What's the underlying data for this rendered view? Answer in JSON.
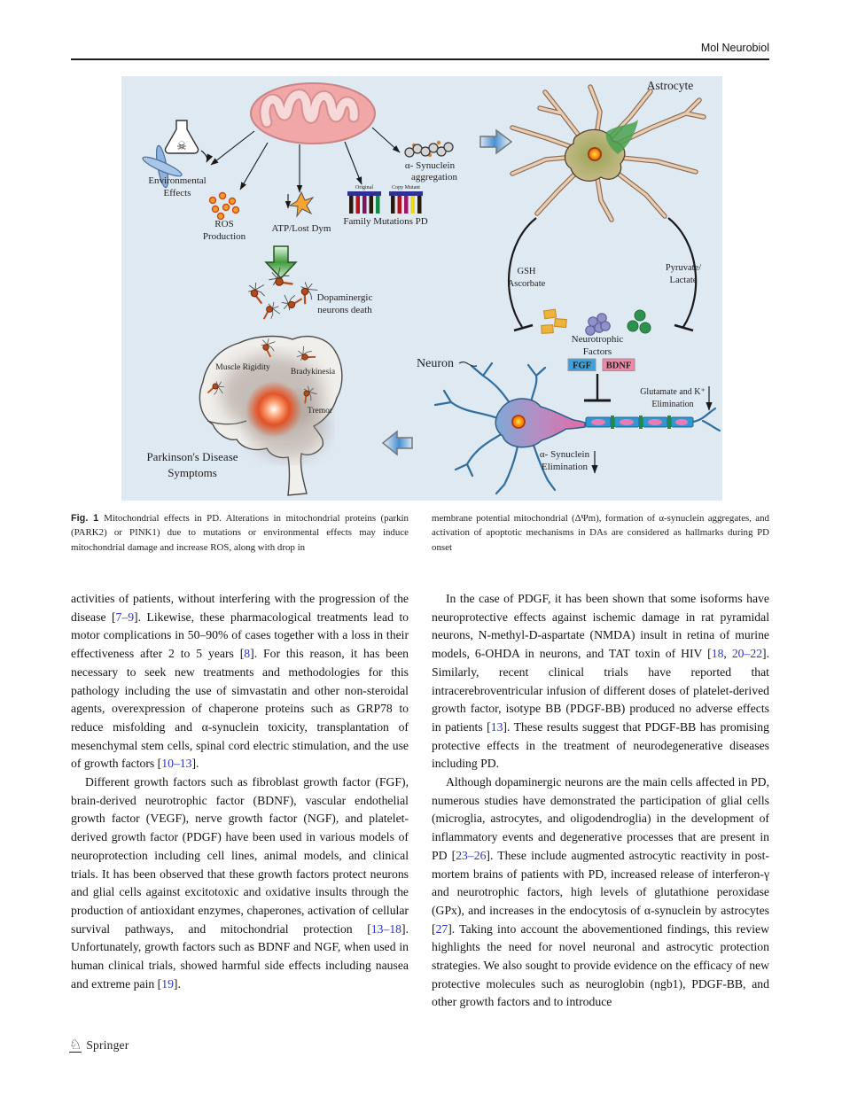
{
  "journal": {
    "title": "Mol Neurobiol"
  },
  "colors": {
    "figure_bg": "#dfe9f2",
    "reference_link": "#2b35c7",
    "mitochondrion": "#f1a7a7",
    "fgf_box": "#3f9fd8",
    "bdnf_box": "#ec8aa6",
    "brain_glow": "#e84818"
  },
  "figure": {
    "labels": {
      "astrocyte": "Astrocyte",
      "environmental_1": "Environmental",
      "environmental_2": "Effects",
      "ros_1": "ROS",
      "ros_2": "Production",
      "atp": "ATP/Lost Dym",
      "original": "Original",
      "copy_mutant": "Copy Mutant",
      "family_mutations": "Family Mutations PD",
      "asyn_agg_1": "α- Synuclein",
      "asyn_agg_2": "aggregation",
      "gsh_1": "GSH",
      "gsh_2": "Ascorbate",
      "pyruvate_1": "Pyruvate/",
      "pyruvate_2": "Lactate",
      "neurotrophic_1": "Neurotrophic",
      "neurotrophic_2": "Factors",
      "fgf": "FGF",
      "bdnf": "BDNF",
      "neuron": "Neuron",
      "glutamate_1": "Glutamate and K⁺",
      "glutamate_2": "Elimination",
      "asyn_elim_1": "α- Synuclein",
      "asyn_elim_2": "Elimination",
      "dopaminergic_1": "Dopaminergic",
      "dopaminergic_2": "neurons death",
      "muscle_rigidity": "Muscle Rigidity",
      "bradykinesia": "Bradykinesia",
      "tremor": "Tremor",
      "parkinsons_1": "Parkinson's Disease",
      "parkinsons_2": "Symptoms"
    },
    "caption": {
      "fig_label": "Fig. 1",
      "left": "Mitochondrial effects in PD. Alterations in mitochondrial proteins (parkin (PARK2) or PINK1) due to mutations or environmental effects may induce mitochondrial damage and increase ROS, along with drop in",
      "right": "membrane potential mitochondrial (ΔΨm), formation of α-synuclein aggregates, and activation of apoptotic mechanisms in DAs are considered as hallmarks during PD onset"
    }
  },
  "article": {
    "left_column": [
      {
        "indent": false,
        "segments": [
          {
            "t": "activities of patients, without interfering with the progression of the disease ["
          },
          {
            "t": "7–9",
            "ref": true
          },
          {
            "t": "]. Likewise, these pharmacological treatments lead to motor complications in 50–90% of cases together with a loss in their effectiveness after 2 to 5 years ["
          },
          {
            "t": "8",
            "ref": true
          },
          {
            "t": "]. For this reason, it has been necessary to seek new treatments and methodologies for this pathology including the use of simvastatin and other non-steroidal agents, overexpression of chaperone proteins such as GRP78 to reduce misfolding and α-synuclein toxicity, transplantation of mesenchymal stem cells, spinal cord electric stimulation, and the use of growth factors ["
          },
          {
            "t": "10–13",
            "ref": true
          },
          {
            "t": "]."
          }
        ]
      },
      {
        "indent": true,
        "segments": [
          {
            "t": "Different growth factors such as fibroblast growth factor (FGF), brain-derived neurotrophic factor (BDNF), vascular endothelial growth factor (VEGF), nerve growth factor (NGF), and platelet-derived growth factor (PDGF) have been used in various models of neuroprotection including cell lines, animal models, and clinical trials. It has been observed that these growth factors protect neurons and glial cells against excitotoxic and oxidative insults through the production of antioxidant enzymes, chaperones, activation of cellular survival pathways, and mitochondrial protection ["
          },
          {
            "t": "13–18",
            "ref": true
          },
          {
            "t": "]. Unfortunately, growth factors such as BDNF and NGF, when used in human clinical trials, showed harmful side effects including nausea and extreme pain ["
          },
          {
            "t": "19",
            "ref": true
          },
          {
            "t": "]."
          }
        ]
      }
    ],
    "right_column": [
      {
        "indent": true,
        "segments": [
          {
            "t": "In the case of PDGF, it has been shown that some isoforms have neuroprotective effects against ischemic damage in rat pyramidal neurons, N-methyl-D-aspartate (NMDA) insult in retina of murine models, 6-OHDA in neurons, and TAT toxin of HIV ["
          },
          {
            "t": "18",
            "ref": true
          },
          {
            "t": ", "
          },
          {
            "t": "20–22",
            "ref": true
          },
          {
            "t": "]. Similarly, recent clinical trials have reported that intracerebroventricular infusion of different doses of platelet-derived growth factor, isotype BB (PDGF-BB) produced no adverse effects in patients ["
          },
          {
            "t": "13",
            "ref": true
          },
          {
            "t": "]. These results suggest that PDGF-BB has promising protective effects in the treatment of neurodegenerative diseases including PD."
          }
        ]
      },
      {
        "indent": true,
        "segments": [
          {
            "t": "Although dopaminergic neurons are the main cells affected in PD, numerous studies have demonstrated the participation of glial cells (microglia, astrocytes, and oligodendroglia) in the development of inflammatory events and degenerative processes that are present in PD ["
          },
          {
            "t": "23–26",
            "ref": true
          },
          {
            "t": "]. These include augmented astrocytic reactivity in post-mortem brains of patients with PD, increased release of interferon-γ and neurotrophic factors, high levels of glutathione peroxidase (GPx), and increases in the endocytosis of α-synuclein by astrocytes ["
          },
          {
            "t": "27",
            "ref": true
          },
          {
            "t": "]. Taking into account the abovementioned findings, this review highlights the need for novel neuronal and astrocytic protection strategies. We also sought to provide evidence on the efficacy of new protective molecules such as neuroglobin (ngb1), PDGF-BB, and other growth factors and to introduce"
          }
        ]
      }
    ]
  },
  "footer": {
    "publisher": "Springer"
  }
}
